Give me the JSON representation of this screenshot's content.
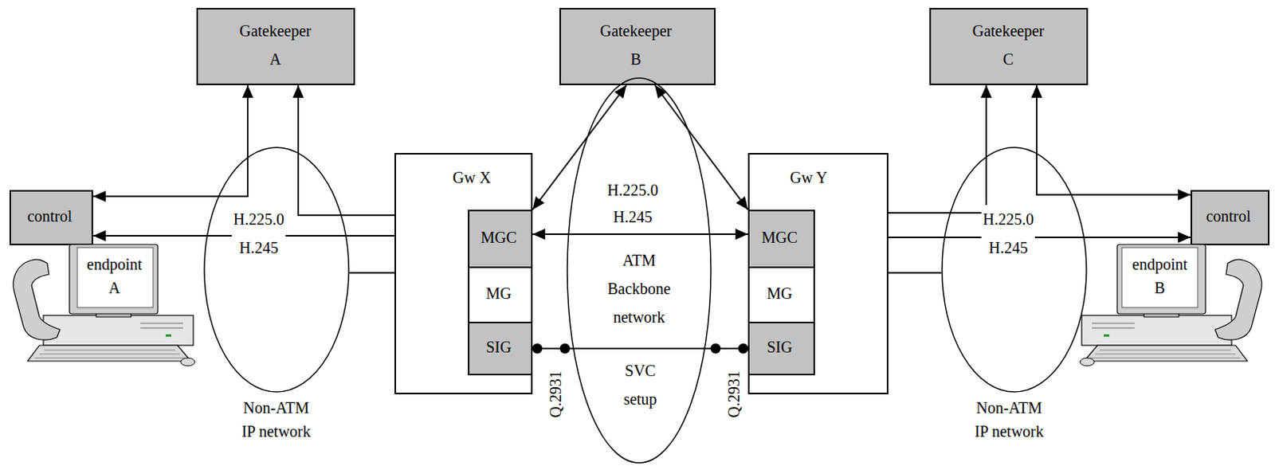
{
  "diagram": {
    "nodes": [
      {
        "text": [
          "Gatekeeper A"
        ]
      },
      {
        "text": [
          "Gatekeeper B"
        ]
      },
      {
        "text": [
          "Gatekeeper C"
        ]
      },
      {
        "text": [
          "control"
        ]
      },
      {
        "text": [
          "endpoint A"
        ]
      },
      {
        "text": [
          "H.225.0 H.245",
          "Non-ATM IP network"
        ]
      },
      {
        "text": [
          "Gw X"
        ]
      },
      {
        "text": [
          "MGC"
        ],
        "in": 6
      },
      {
        "text": [
          "MG"
        ],
        "in": 6
      },
      {
        "text": [
          "SIG"
        ],
        "in": 6
      },
      {
        "text": [
          "H.225.0 H.245",
          "ATM Backbone network"
        ]
      },
      {
        "text": [
          "Gw Y"
        ]
      },
      {
        "text": [
          "MGC"
        ],
        "in": 11
      },
      {
        "text": [
          "MG"
        ],
        "in": 11
      },
      {
        "text": [
          "SIG"
        ],
        "in": 11
      },
      {
        "text": [
          "H.225.0 H.245",
          "Non-ATM IP network"
        ]
      },
      {
        "text": [
          "control"
        ]
      },
      {
        "text": [
          "endpoint B"
        ]
      }
    ],
    "edges": [
      {
        "from": 3,
        "to": 0,
        "arrow": "both"
      },
      {
        "from": 0,
        "to": 7,
        "arrow": "both"
      },
      {
        "from": 3,
        "to": 7,
        "arrow": "both"
      },
      {
        "from": 5,
        "to": 6,
        "arrow": "none"
      },
      {
        "from": 1,
        "to": 7,
        "arrow": "both"
      },
      {
        "from": 1,
        "to": 12,
        "arrow": "both"
      },
      {
        "from": 7,
        "to": 12,
        "arrow": "both"
      },
      {
        "from": 9,
        "to": 14,
        "arrow": "none",
        "label": "SVC setup"
      },
      {
        "from": 2,
        "to": 16,
        "arrow": "both"
      },
      {
        "from": 2,
        "to": 12,
        "arrow": "both"
      },
      {
        "from": 12,
        "to": 16,
        "arrow": "both"
      },
      {
        "from": 11,
        "to": 15,
        "arrow": "none"
      }
    ],
    "labels": [
      "Q.2931",
      "Q.2931"
    ]
  }
}
